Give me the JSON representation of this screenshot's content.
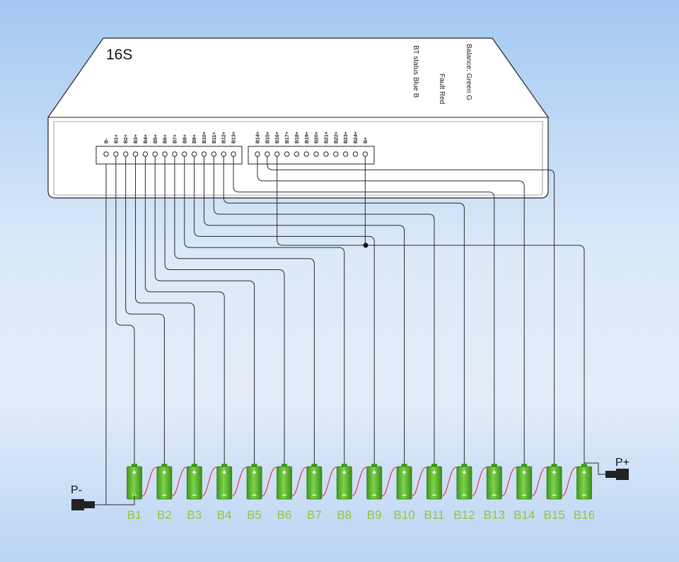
{
  "device": {
    "model": "16S",
    "indicators": [
      "Balance: Green G",
      "Fault Red",
      "BT status Blue B"
    ]
  },
  "connectors": {
    "left_pins": [
      "B-",
      "B1+",
      "B2+",
      "B3+",
      "B4+",
      "B5+",
      "B6+",
      "B7+",
      "B8+",
      "B9+",
      "B10+",
      "B11+",
      "B12+",
      "B13+"
    ],
    "right_pins": [
      "B14+",
      "B15+",
      "B16+",
      "B17+",
      "B18+",
      "B19+",
      "B20+",
      "B21+",
      "B22+",
      "B23+",
      "B24+",
      "B+"
    ]
  },
  "cells": [
    "B1",
    "B2",
    "B3",
    "B4",
    "B5",
    "B6",
    "B7",
    "B8",
    "B9",
    "B10",
    "B11",
    "B12",
    "B13",
    "B14",
    "B15",
    "B16"
  ],
  "terminals": {
    "negative": "P-",
    "positive": "P+"
  },
  "colors": {
    "cell_fill": "#5cb82e",
    "cell_label": "#8cc63f",
    "series_link": "#e0202a",
    "wire": "#2a2a2a"
  }
}
